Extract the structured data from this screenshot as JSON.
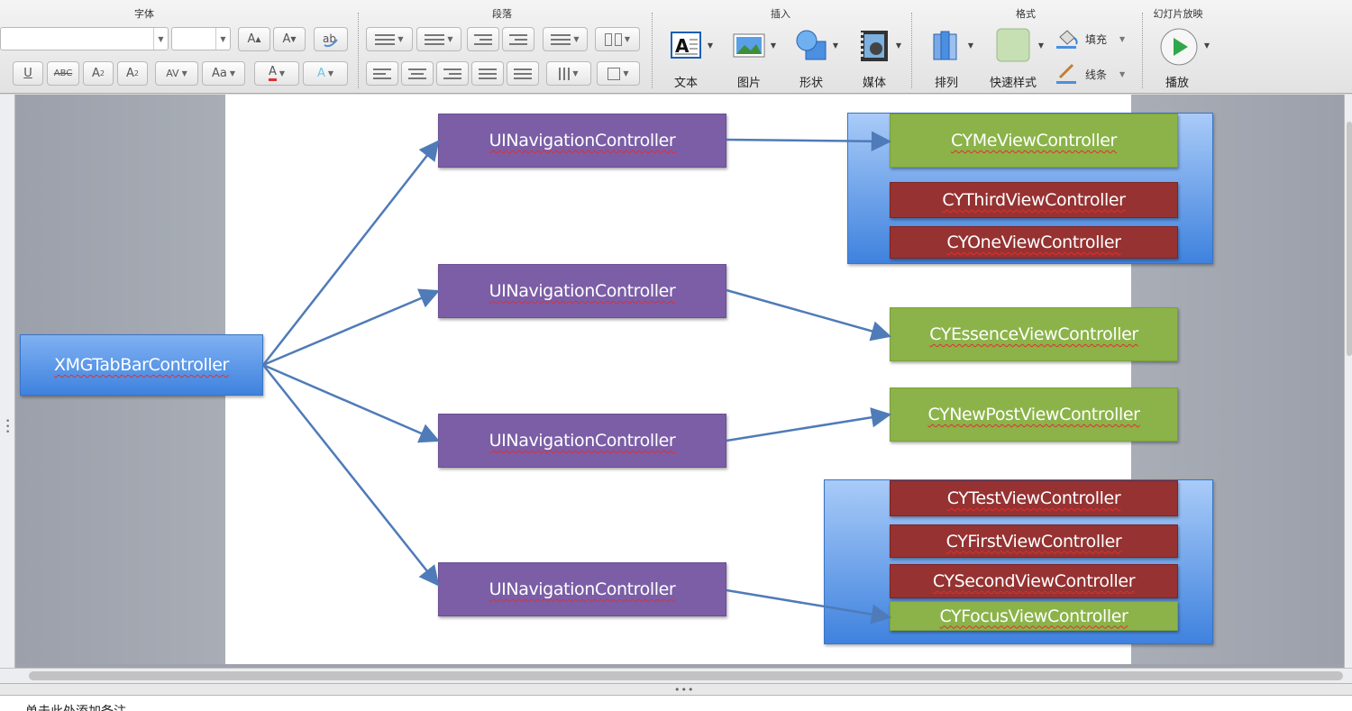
{
  "ribbon": {
    "groups": {
      "font": "字体",
      "paragraph": "段落",
      "insert": "插入",
      "format": "格式",
      "slideshow": "幻灯片放映"
    },
    "font_buttons": {
      "grow": "A",
      "shrink": "A",
      "underline": "U",
      "strike": "ABC",
      "superscript": "A",
      "subscript": "A",
      "spacing": "AV",
      "case": "Aa",
      "color": "A",
      "effects": "A"
    },
    "insert": {
      "text": "文本",
      "picture": "图片",
      "shape": "形状",
      "media": "媒体"
    },
    "format": {
      "arrange": "排列",
      "quick_styles": "快速样式",
      "fill": "填充",
      "line": "线条"
    },
    "slideshow": {
      "play": "播放"
    }
  },
  "diagram": {
    "root": "XMGTabBarController",
    "nav_controllers": [
      "UINavigationController",
      "UINavigationController",
      "UINavigationController",
      "UINavigationController"
    ],
    "group1": [
      "CYMeViewController",
      "CYThirdViewController",
      "CYOneViewController"
    ],
    "essence": "CYEssenceViewController",
    "new_post": "CYNewPostViewController",
    "group4": [
      "CYTestViewController",
      "CYFirstViewController",
      "CYSecondViewController",
      "CYFocusViewController"
    ],
    "colors": {
      "nav": "#7b5ea6",
      "active": "#8bb349",
      "inactive": "#963232",
      "root": "#4a8be0",
      "arrow": "#4f7bb8"
    }
  },
  "notes": {
    "placeholder": "单击此处添加备注"
  },
  "icons": [
    "play-icon",
    "text-box-icon",
    "picture-icon",
    "shape-icon",
    "media-icon",
    "arrange-icon",
    "quick-styles-icon",
    "fill-icon",
    "line-icon"
  ]
}
